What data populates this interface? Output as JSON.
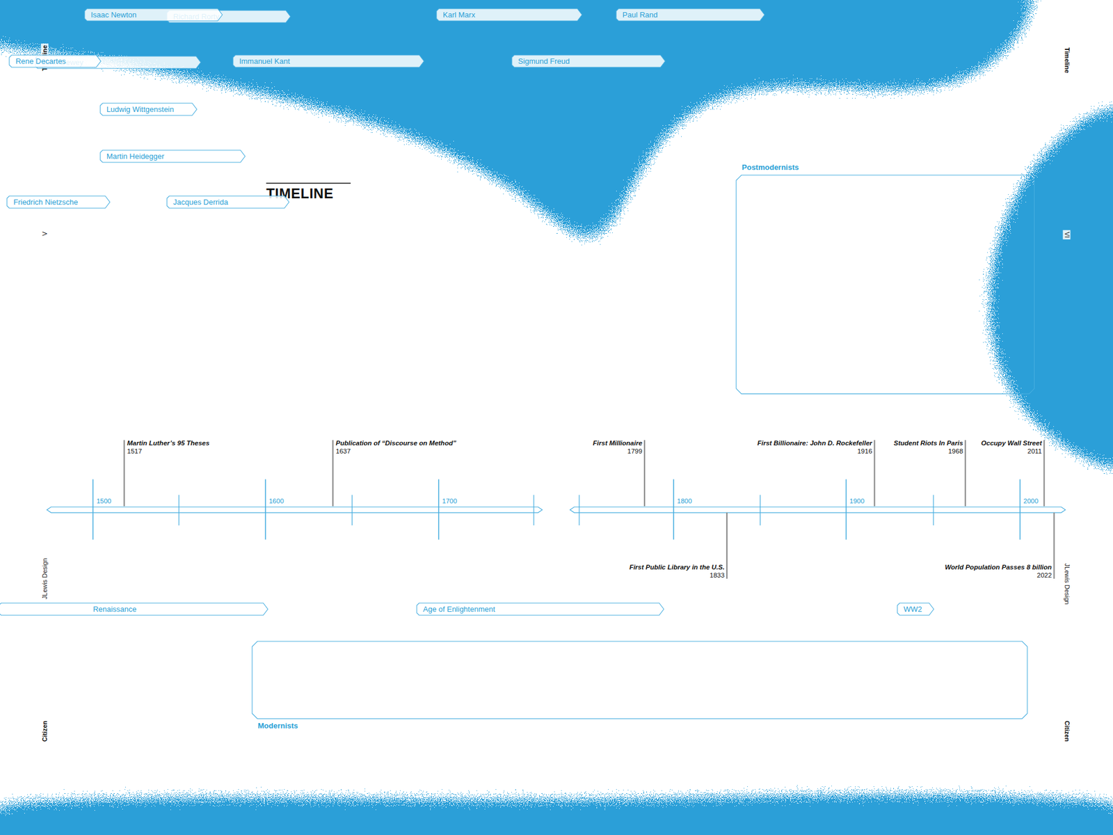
{
  "diagram": {
    "title": "TIMELINE",
    "nodes": [
      {
        "text": [
          "Postmodernists"
        ]
      },
      {
        "text": [
          "Richard Rorty"
        ],
        "in": 0
      },
      {
        "text": [
          "John Dewey"
        ],
        "in": 0
      },
      {
        "text": [
          "Ludwig Wittgenstein"
        ],
        "in": 0
      },
      {
        "text": [
          "Martin Heidegger"
        ],
        "in": 0
      },
      {
        "text": [
          "Friedrich Nietzsche"
        ],
        "in": 0
      },
      {
        "text": [
          "Jacques Derrida"
        ],
        "in": 0
      },
      {
        "text": [
          "Renaissance"
        ]
      },
      {
        "text": [
          "Age of Enlightenment"
        ]
      },
      {
        "text": [
          "WW2"
        ]
      },
      {
        "text": [
          "Modernists"
        ]
      },
      {
        "text": [
          "Isaac Newton"
        ],
        "in": 10
      },
      {
        "text": [
          "Karl Marx"
        ],
        "in": 10
      },
      {
        "text": [
          "Paul Rand"
        ],
        "in": 10
      },
      {
        "text": [
          "Rene Decartes"
        ],
        "in": 10
      },
      {
        "text": [
          "Immanuel Kant"
        ],
        "in": 10
      },
      {
        "text": [
          "Sigmund Freud"
        ],
        "in": 10
      }
    ],
    "labels": [
      "Timeline",
      "V",
      "JLewis Design",
      "Citizen",
      "Timeline",
      "VI",
      "JLewis Design",
      "Citizen",
      "1500",
      "1600",
      "1700",
      "1800",
      "1900",
      "2000",
      "Martin Luther’s 95 Theses",
      "1517",
      "Publication of “Discourse on Method”",
      "1637",
      "First Millionaire",
      "1799",
      "First Public Library in the U.S.",
      "1833",
      "First Billionaire: John D. Rockefeller",
      "1916",
      "Student Riots In Paris",
      "1968",
      "Occupy Wall Street",
      "2011",
      "World Population Passes 8 billion",
      "2022"
    ]
  }
}
